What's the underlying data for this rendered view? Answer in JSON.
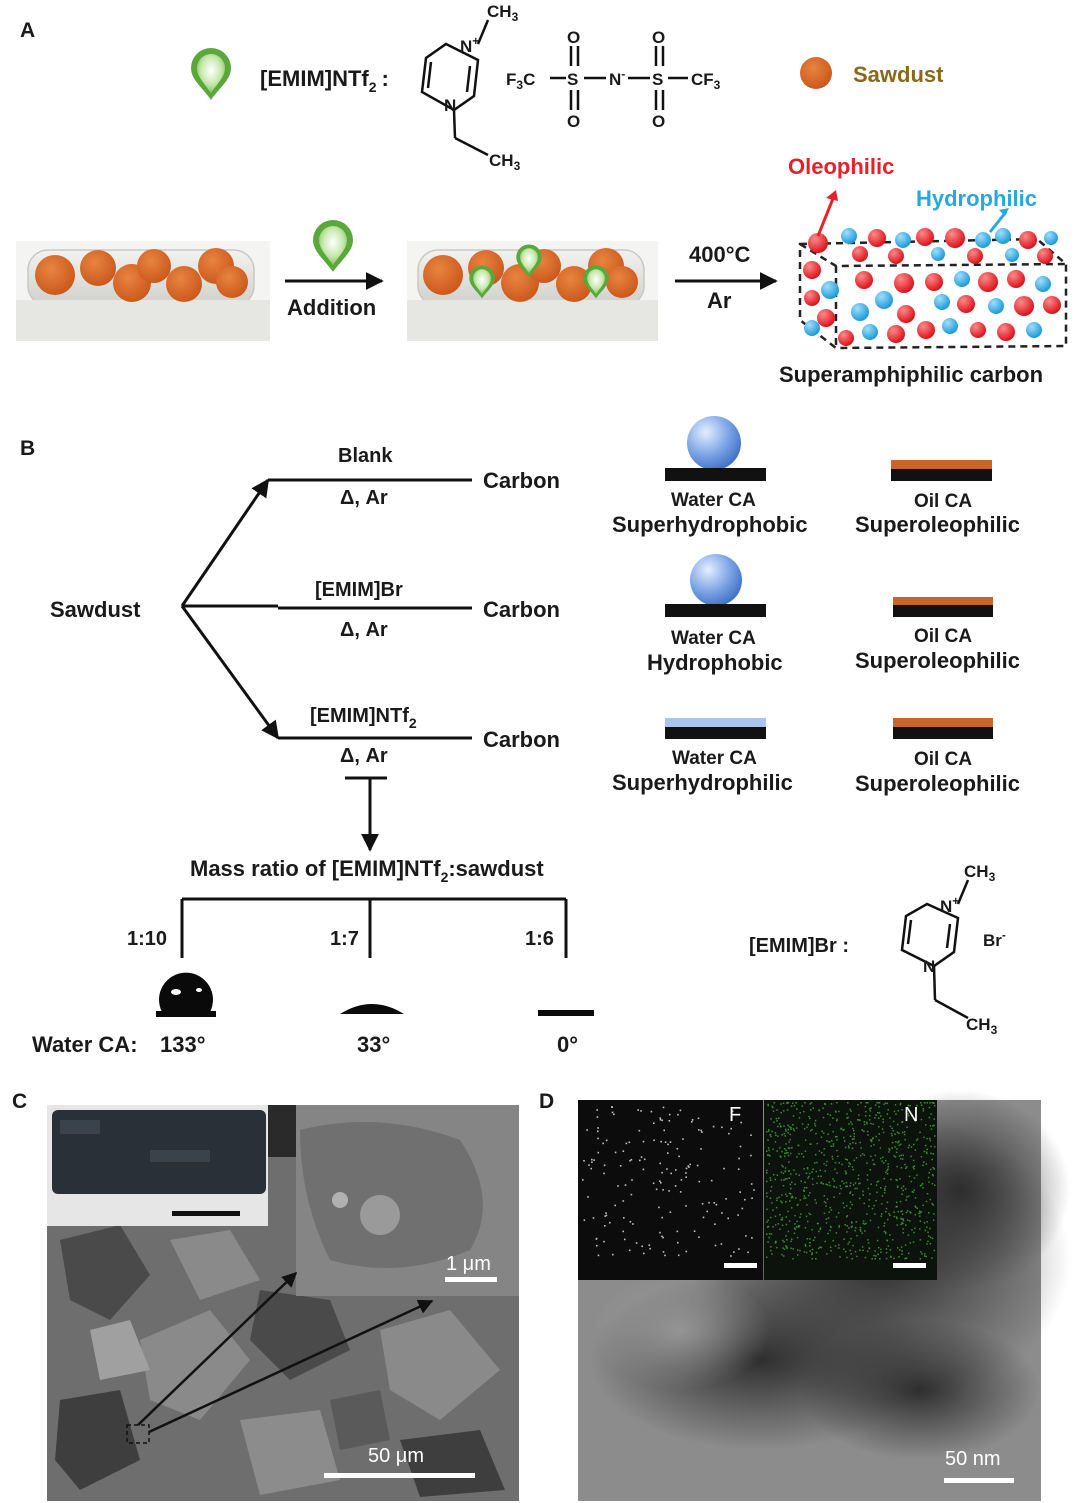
{
  "panels": {
    "a": "A",
    "b": "B",
    "c": "C",
    "d": "D"
  },
  "panel_a": {
    "il_name": "[EMIM]NTf",
    "il_name_sub": "2",
    "il_colon": ":",
    "ch3_top": "CH",
    "ch3_bot": "CH",
    "sub3": "3",
    "n_plus": "N",
    "plus": "+",
    "n": "N",
    "f3c_f": "F",
    "f3c_c": "C",
    "cf3": "CF",
    "s": "S",
    "n_minus": "N",
    "minus": "-",
    "o": "O",
    "sawdust_legend": "Sawdust",
    "addition": "Addition",
    "temp": "400",
    "temp_unit": "°C",
    "gas": "Ar",
    "oleophilic": "Oleophilic",
    "hydrophilic": "Hydrophilic",
    "product": "Superamphiphilic carbon"
  },
  "panel_b": {
    "source": "Sawdust",
    "branches": [
      {
        "reagent": "Blank",
        "reagent_sub": "",
        "condition": "Δ, Ar",
        "product": "Carbon",
        "water_label": "Water CA",
        "water_result": "Superhydrophobic",
        "oil_label": "Oil CA",
        "oil_result": "Superoleophilic"
      },
      {
        "reagent": "[EMIM]Br",
        "reagent_sub": "",
        "condition": "Δ, Ar",
        "product": "Carbon",
        "water_label": "Water CA",
        "water_result": "Hydrophobic",
        "oil_label": "Oil CA",
        "oil_result": "Superoleophilic"
      },
      {
        "reagent": "[EMIM]NTf",
        "reagent_sub": "2",
        "condition": "Δ, Ar",
        "product": "Carbon",
        "water_label": "Water CA",
        "water_result": "Superhydrophilic",
        "oil_label": "Oil CA",
        "oil_result": "Superoleophilic"
      }
    ],
    "mass_ratio_pre": "Mass ratio of [EMIM]NTf",
    "mass_ratio_sub": "2",
    "mass_ratio_post": ":sawdust",
    "ratios": [
      "1:10",
      "1:7",
      "1:6"
    ],
    "water_ca_label": "Water CA:",
    "angles": [
      "133°",
      "33°",
      "0°"
    ],
    "br_name": "[EMIM]Br :",
    "br_ion": "Br",
    "br_minus": "-",
    "ch3": "CH",
    "sub3": "3",
    "n_plus": "N",
    "plus": "+",
    "n": "N"
  },
  "panel_c": {
    "scale_inset": "1 μm",
    "scale_main": "50 μm"
  },
  "panel_d": {
    "map_f": "F",
    "map_n": "N",
    "scale": "50 nm"
  },
  "colors": {
    "sawdust": "#d2601a",
    "oleophilic": "#e8202a",
    "hydrophilic": "#29a8e0",
    "ionic_liquid": "#5aa83a",
    "water_drop": "#5b8fd6",
    "oil_film": "#c8662a"
  }
}
